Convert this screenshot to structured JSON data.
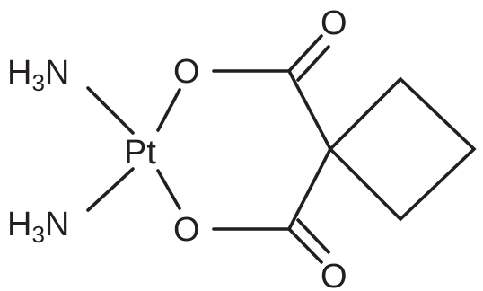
{
  "molecule": {
    "atoms": {
      "amine_top": {
        "element": "H",
        "subscript": "3",
        "tail": "N"
      },
      "amine_bottom": {
        "element": "H",
        "subscript": "3",
        "tail": "N"
      },
      "metal": "Pt",
      "oxygen_ring_top": "O",
      "oxygen_ring_bottom": "O",
      "oxygen_carbonyl_top": "O",
      "oxygen_carbonyl_bottom": "O"
    },
    "colors": {
      "ink": "#231f20",
      "background": "#ffffff"
    }
  }
}
